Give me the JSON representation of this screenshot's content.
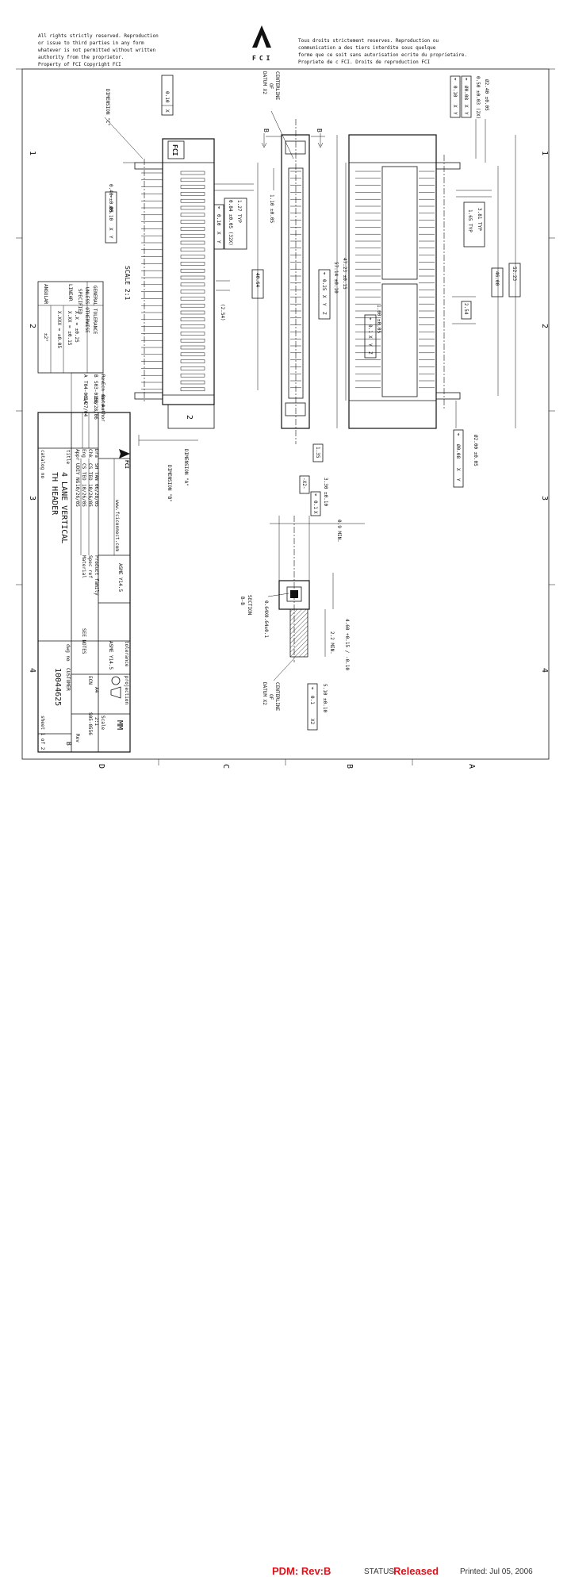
{
  "header": {
    "notice_en": [
      "All rights strictly reserved. Reproduction",
      "or issue to third parties in any form",
      "whatever is not permitted without written",
      "authority from the proprietor.",
      "Property of FCI    Copyright FCI"
    ],
    "notice_fr": [
      "Tous droits strictement reserves. Reproduction ou",
      "communication a des tiers interdite sous quelque",
      "forme que ce soit sans autorisation ecrite du proprietaire.",
      "Propriete de c FCI.  Droits de reproduction FCI"
    ],
    "logo": "FCI"
  },
  "zones": {
    "left": [
      "1",
      "2",
      "3",
      "4"
    ],
    "right": [
      "1",
      "2",
      "3",
      "4"
    ],
    "bottom": [
      "D",
      "C",
      "B",
      "A"
    ]
  },
  "labels": {
    "dimension_c": "DIMENSION \"C\"",
    "dimension_a": "DIMENSION \"A\"",
    "dimension_b": "DIMENSION \"B\"",
    "centerline_top": [
      "CENTERLINE",
      "OF",
      "DATUM X2"
    ],
    "centerline_bottom": [
      "CENTERLINE",
      "OF",
      "DATUM X2"
    ],
    "section": [
      "SECTION",
      "B-B"
    ],
    "scale": "SCALE  2:1",
    "b": "B",
    "pin_one": "2",
    "connector_logo": "FCI"
  },
  "dims": {
    "d010": "0.10",
    "d040": "0.40 ±0.05",
    "d110": "1.10 ±0.05",
    "d127": "1.27  TYP",
    "d084": "0.84 ±0.05  (32X)",
    "d254p": "(2.54)",
    "d4064": "40.64",
    "d5714": "57.14 ±0.10",
    "d4723": "47.23 ±0.15",
    "d100": "1.00 ±0.05",
    "d165": "1.65  TYP",
    "d381": "3.81  TYP",
    "d254": "2.54",
    "d4600": "46.00",
    "d5223": "52.23",
    "d240": "Ø2.40 ±0.05",
    "d050": "0.50 ±0.03 (2X)",
    "d200": "Ø2.00 ±0.05",
    "d135": "1.35",
    "d330": "3.30 ±0.10",
    "d09": "0.9  MIN.",
    "d460": "4.60 +0.15 / -0.10",
    "d22": "2.2  MIN.",
    "d064": "0.64X0.64±0.1",
    "d510": "5.10 ±0.10"
  },
  "fcf": {
    "f010xy": [
      "⌖",
      "Ø0.10",
      "X",
      "Y"
    ],
    "f010c": [
      "0.10",
      "X"
    ],
    "f010x2": [
      "⌖",
      "0.10",
      "X2"
    ],
    "f025": [
      "⌖",
      "0.25",
      "X",
      "Y",
      "Z"
    ],
    "f01xyz": [
      "⌖",
      "0.1",
      "X",
      "Y",
      "Z"
    ],
    "f008": [
      "⌖",
      "Ø0.08",
      "X",
      "Y"
    ],
    "f010xy2": [
      "⌖",
      "0.10",
      "X",
      "Y"
    ],
    "f01x": [
      "⌖",
      "0.1",
      "X"
    ],
    "f01x2": [
      "⌖",
      "0.1",
      "X2"
    ],
    "fx2": "-X2-"
  },
  "title_block": {
    "tolerance": [
      "GENERAL TOLERANCE",
      "UNLESS OTHERWISE",
      "SPECIFIED"
    ],
    "linear": "LINEAR",
    "tol_rows": [
      "X.X   = ±0.25",
      "X.XX  = ±0.15",
      "X.XXX = ±0.05"
    ],
    "angular": "ANGULAR",
    "angular_val": "±2°",
    "rev_head": [
      "Rev",
      "Ecn no",
      "Date",
      "Author"
    ],
    "rev_rows": [
      [
        "B",
        "S03-0158",
        "06/28/06",
        ""
      ],
      [
        "A",
        "T04-0014",
        "6/27/04",
        ""
      ]
    ],
    "roles": [
      [
        "Dra",
        "SH TAN",
        "06/28/05"
      ],
      [
        "Chk",
        "CS TEO",
        "10/26/05"
      ],
      [
        "Eng",
        "CS TEO",
        "10/26/05"
      ],
      [
        "Appr",
        "UDEY NG",
        "10/26/05"
      ]
    ],
    "product_family": "Product family",
    "spec_ref": "Spec ref",
    "material": "Material",
    "see_notes": "SEE NOTES",
    "website": "www.fciconnect.com",
    "title_label": "title",
    "title1": "4 LANE VERTICAL",
    "title2": "TH HEADER",
    "catalog_no": "catalog no",
    "dwg_no_label": "dwg no",
    "dwg_no": "10044625",
    "customer": "CUSTOMER",
    "sheet": "sheet 1 of 2",
    "asme1": "ASME Y14.5",
    "asme2": "ASME Y14.5",
    "tolerance_std": "tolerance",
    "projection": "projection",
    "units": "MM",
    "scale_label": "Scale",
    "scale": "2:1",
    "size": "A4",
    "ecn_label": "ECN",
    "ecn": "S05-0556",
    "rev_label": "Rev",
    "rev": "B"
  },
  "footer": {
    "pdm": "PDM: Rev:B",
    "status_label": "STATUS:",
    "status_value": "Released",
    "printed": "Printed: Jul 05, 2006"
  },
  "colors": {
    "ink": "#111111",
    "pdm_red": "#e0101a",
    "paper": "#ffffff"
  }
}
